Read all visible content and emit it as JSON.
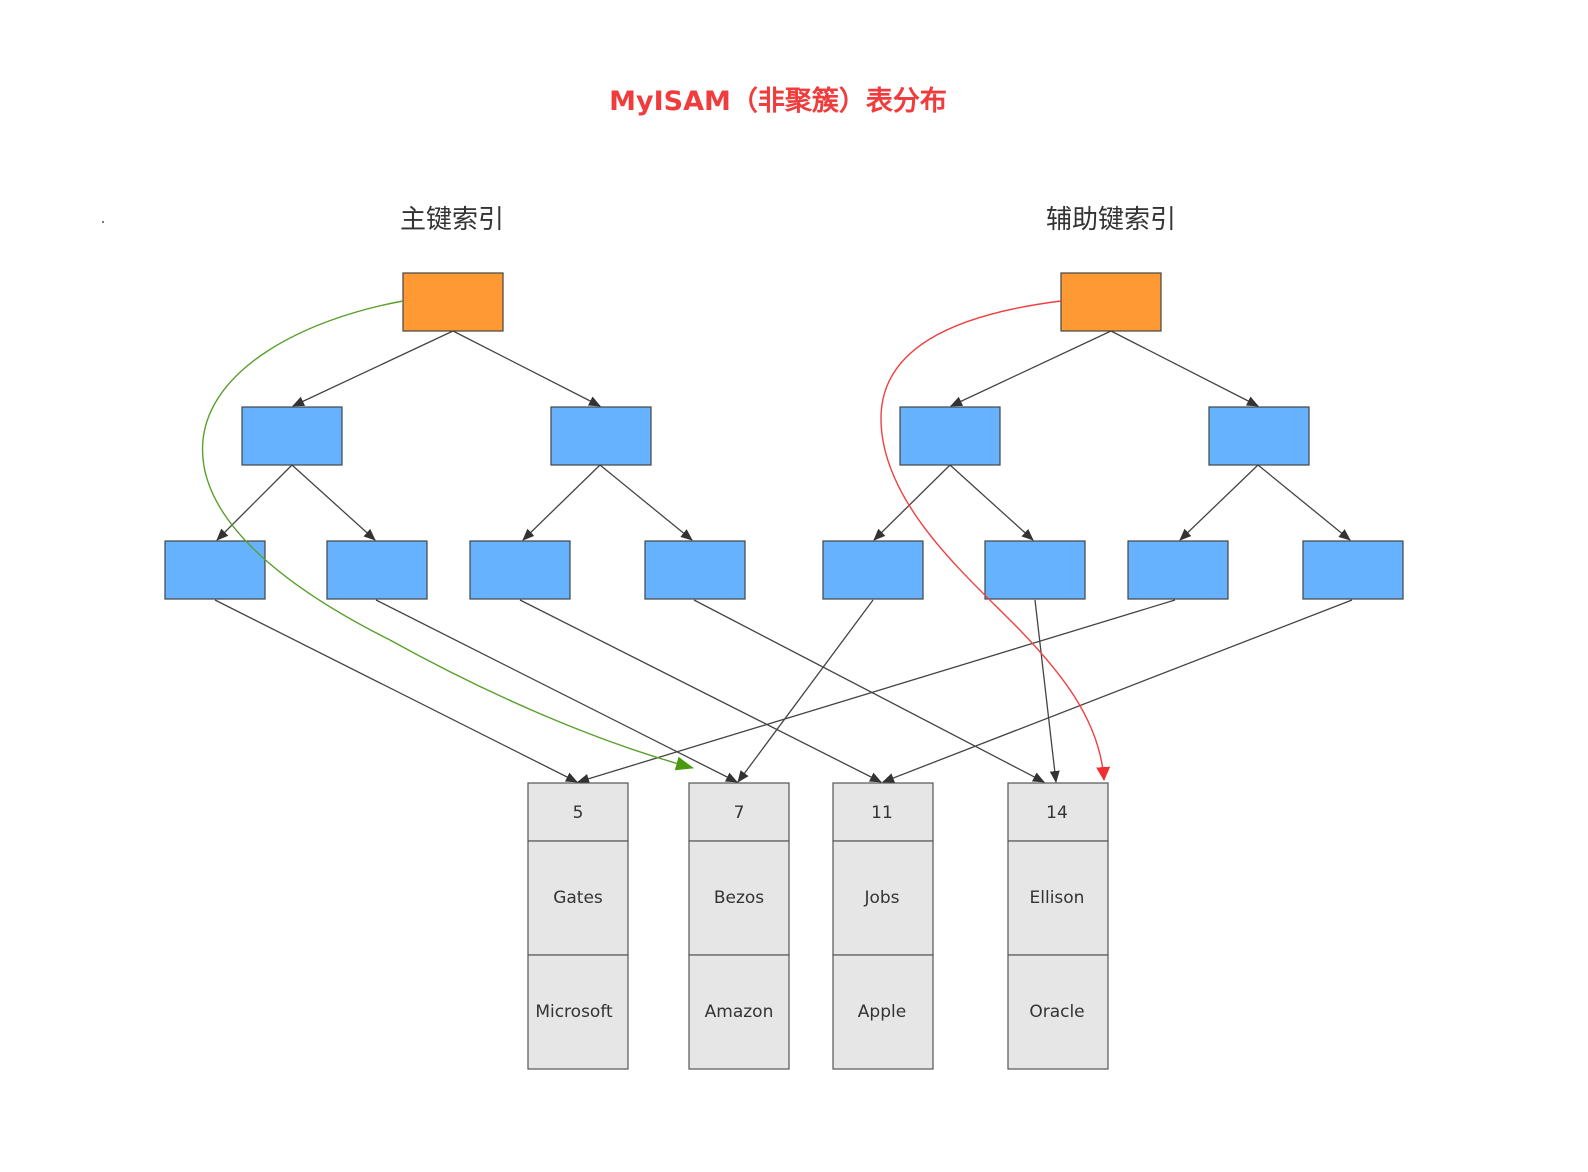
{
  "title": "MyISAM（非聚簇）表分布",
  "primary_index": {
    "label": "主键索引"
  },
  "secondary_index": {
    "label": "辅助键索引"
  },
  "records": [
    {
      "id": "5",
      "name": "Gates",
      "company": "Microsoft"
    },
    {
      "id": "7",
      "name": "Bezos",
      "company": "Amazon"
    },
    {
      "id": "11",
      "name": "Jobs",
      "company": "Apple"
    },
    {
      "id": "14",
      "name": "Ellison",
      "company": "Oracle"
    }
  ],
  "colors": {
    "title": "#f03c3c",
    "root_node": "#ff9933",
    "inner_node": "#66b2ff",
    "record_cell": "#e6e6e6",
    "primary_path": "#5aa02c",
    "secondary_path": "#f04040",
    "edge": "#444444"
  }
}
